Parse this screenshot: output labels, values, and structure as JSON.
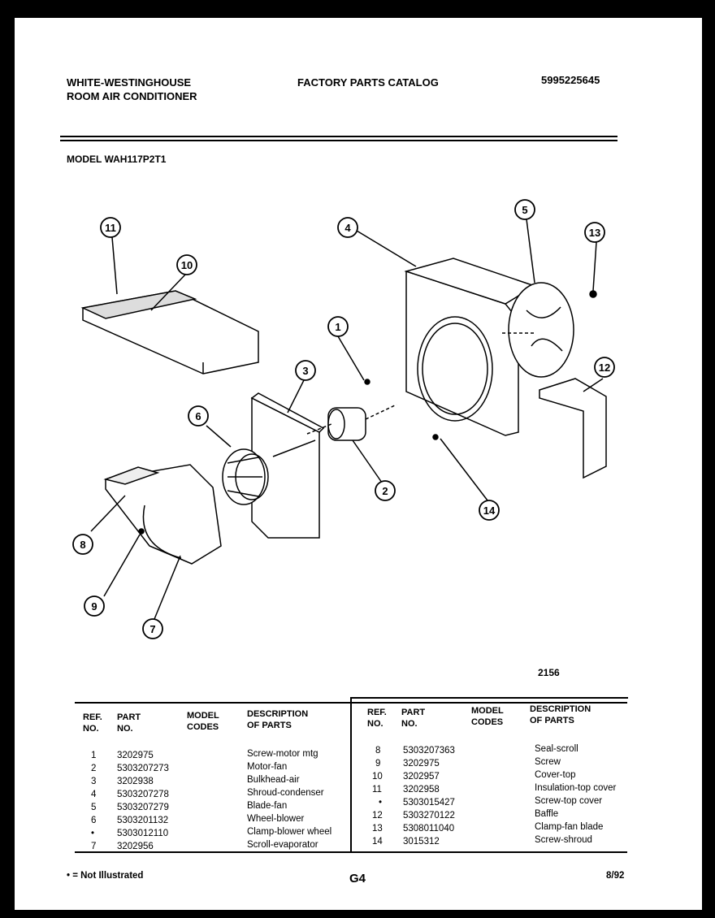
{
  "header": {
    "brand_line1": "WHITE-WESTINGHOUSE",
    "brand_line2": "ROOM AIR CONDITIONER",
    "catalog_title": "FACTORY PARTS CATALOG",
    "catalog_number": "5995225645",
    "model": "MODEL WAH117P2T1"
  },
  "diagram": {
    "callouts": [
      "1",
      "2",
      "3",
      "4",
      "5",
      "6",
      "7",
      "8",
      "9",
      "10",
      "11",
      "12",
      "13",
      "14"
    ],
    "figure_number": "2156"
  },
  "table": {
    "headers": {
      "ref_line1": "REF.",
      "ref_line2": "NO.",
      "part_line1": "PART",
      "part_line2": "NO.",
      "model_line1": "MODEL",
      "model_line2": "CODES",
      "desc_line1": "DESCRIPTION",
      "desc_line2": "OF PARTS"
    },
    "left": [
      {
        "ref": "1",
        "part": "3202975",
        "desc": "Screw-motor mtg"
      },
      {
        "ref": "2",
        "part": "5303207273",
        "desc": "Motor-fan"
      },
      {
        "ref": "3",
        "part": "3202938",
        "desc": "Bulkhead-air"
      },
      {
        "ref": "4",
        "part": "5303207278",
        "desc": "Shroud-condenser"
      },
      {
        "ref": "5",
        "part": "5303207279",
        "desc": "Blade-fan"
      },
      {
        "ref": "6",
        "part": "5303201132",
        "desc": "Wheel-blower"
      },
      {
        "ref": "•",
        "part": "5303012110",
        "desc": "Clamp-blower wheel"
      },
      {
        "ref": "7",
        "part": "3202956",
        "desc": "Scroll-evaporator"
      }
    ],
    "right": [
      {
        "ref": "8",
        "part": "5303207363",
        "desc": "Seal-scroll"
      },
      {
        "ref": "9",
        "part": "3202975",
        "desc": "Screw"
      },
      {
        "ref": "10",
        "part": "3202957",
        "desc": "Cover-top"
      },
      {
        "ref": "11",
        "part": "3202958",
        "desc": "Insulation-top cover"
      },
      {
        "ref": "•",
        "part": "5303015427",
        "desc": "Screw-top cover"
      },
      {
        "ref": "12",
        "part": "5303270122",
        "desc": "Baffle"
      },
      {
        "ref": "13",
        "part": "5308011040",
        "desc": "Clamp-fan blade"
      },
      {
        "ref": "14",
        "part": "3015312",
        "desc": "Screw-shroud"
      }
    ]
  },
  "footer": {
    "note": "• = Not Illustrated",
    "page_code": "G4",
    "date": "8/92"
  }
}
